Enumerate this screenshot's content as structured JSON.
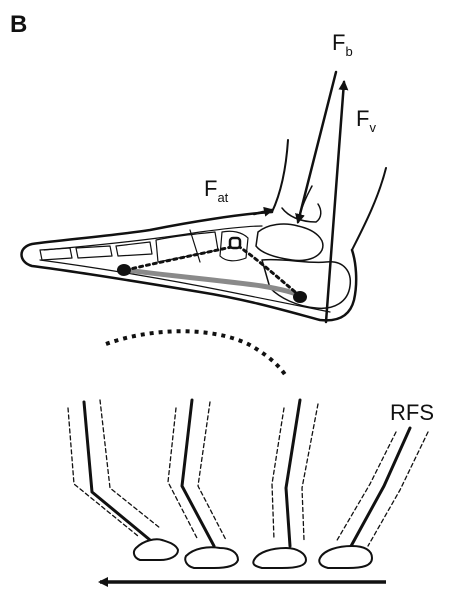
{
  "panel_label": "B",
  "labels": {
    "f_b": {
      "main": "F",
      "sub": "b"
    },
    "f_v": {
      "main": "F",
      "sub": "v"
    },
    "f_at": {
      "main": "F",
      "sub": "at"
    },
    "rfs": "RFS"
  },
  "colors": {
    "ink": "#111111",
    "plantar_band": "#8a8a8a",
    "bone_fill": "#ffffff"
  }
}
